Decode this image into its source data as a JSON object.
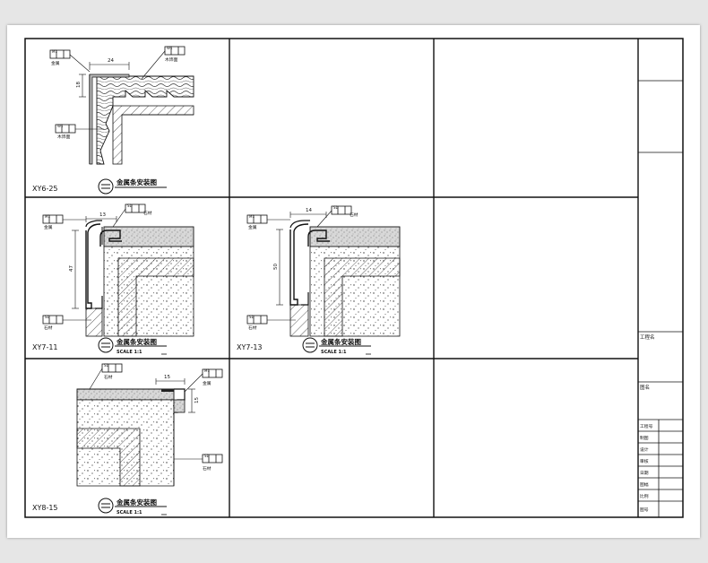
{
  "sheet": {
    "details": [
      {
        "code": "XY6-25",
        "title": "金属条安装图",
        "scale": "",
        "dims": [
          "24",
          "18"
        ],
        "callouts": [
          {
            "tag": "M1",
            "text": "金属"
          },
          {
            "tag": "W1",
            "text": "木饰面"
          },
          {
            "tag": "W1",
            "text": "木饰面"
          }
        ]
      },
      {
        "code": "XY7-11",
        "title": "金属条安装图",
        "scale": "SCALE 1:1",
        "dims": [
          "13",
          "47"
        ],
        "callouts": [
          {
            "tag": "M1",
            "text": "金属"
          },
          {
            "tag": "S1",
            "text": "石材"
          },
          {
            "tag": "S1",
            "text": "石材"
          }
        ]
      },
      {
        "code": "XY7-13",
        "title": "金属条安装图",
        "scale": "SCALE 1:1",
        "dims": [
          "14",
          "50"
        ],
        "callouts": [
          {
            "tag": "M1",
            "text": "金属"
          },
          {
            "tag": "S1",
            "text": "石材"
          },
          {
            "tag": "S1",
            "text": "石材"
          }
        ]
      },
      {
        "code": "XY8-15",
        "title": "金属条安装图",
        "scale": "SCALE 1:1",
        "dims": [
          "15",
          "15"
        ],
        "callouts": [
          {
            "tag": "S1",
            "text": "石材"
          },
          {
            "tag": "M1",
            "text": "金属"
          },
          {
            "tag": "S1",
            "text": "石材"
          }
        ]
      }
    ],
    "title_block": {
      "project_name": "工程名",
      "drawing_name": "图名",
      "rows": [
        "工程号",
        "制图",
        "设计",
        "审核",
        "日期",
        "图幅",
        "比例",
        "图号"
      ]
    }
  }
}
